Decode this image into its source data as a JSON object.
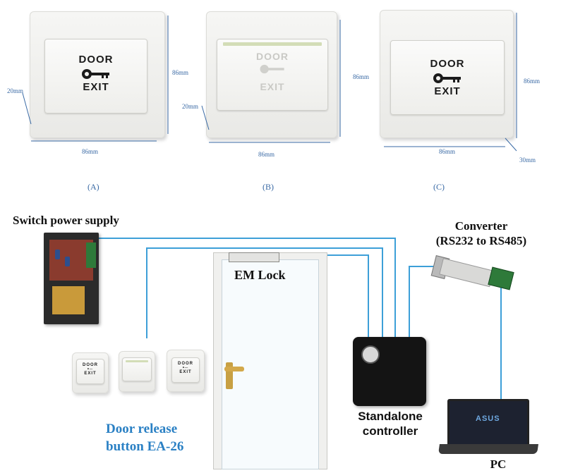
{
  "switches_top": [
    {
      "key_line1": "DOOR",
      "key_line2": "EXIT",
      "depth": "20mm",
      "width": "86mm",
      "height": "86mm",
      "caption": "(A)"
    },
    {
      "key_line1": "DOOR",
      "key_line2": "EXIT",
      "depth": "20mm",
      "width": "86mm",
      "height": "86mm",
      "caption": "(B)"
    },
    {
      "key_line1": "DOOR",
      "key_line2": "EXIT",
      "depth": "30mm",
      "width": "86mm",
      "height": "86mm",
      "caption": "(C)"
    }
  ],
  "labels": {
    "power_supply": "Switch power supply",
    "converter_line1": "Converter",
    "converter_line2": "(RS232 to RS485)",
    "em_lock": "EM Lock",
    "controller_line1": "Standalone",
    "controller_line2": "controller",
    "door_release_line1": "Door release",
    "door_release_line2": "button EA-26",
    "pc": "PC",
    "laptop_brand": "ASUS",
    "small_button_line1": "DOOR",
    "small_button_line2": "EXIT"
  },
  "colors": {
    "wire": "#3d9fd8",
    "title_blue": "#2a80c4",
    "dimension_blue": "#3a6aa5"
  },
  "icons": [
    "key-icon",
    "key-icon",
    "key-icon",
    "led-indicator",
    "door-ornament",
    "door-handle",
    "reader-light"
  ]
}
